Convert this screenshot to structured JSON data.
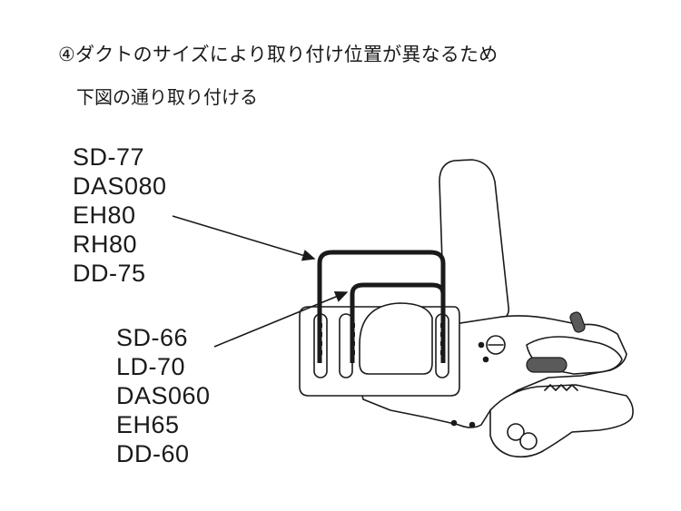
{
  "heading": "④ダクトのサイズにより取り付け位置が異なるため",
  "subheading": "下図の通り取り付ける",
  "groups": [
    {
      "models": [
        "SD-77",
        "DAS080",
        "EH80",
        "RH80",
        "DD-75"
      ]
    },
    {
      "models": [
        "SD-66",
        "LD-70",
        "DAS060",
        "EH65",
        "DD-60"
      ]
    }
  ],
  "colors": {
    "line": "#1a1a1a",
    "fill": "#ffffff",
    "accent": "#5a5a5a"
  }
}
